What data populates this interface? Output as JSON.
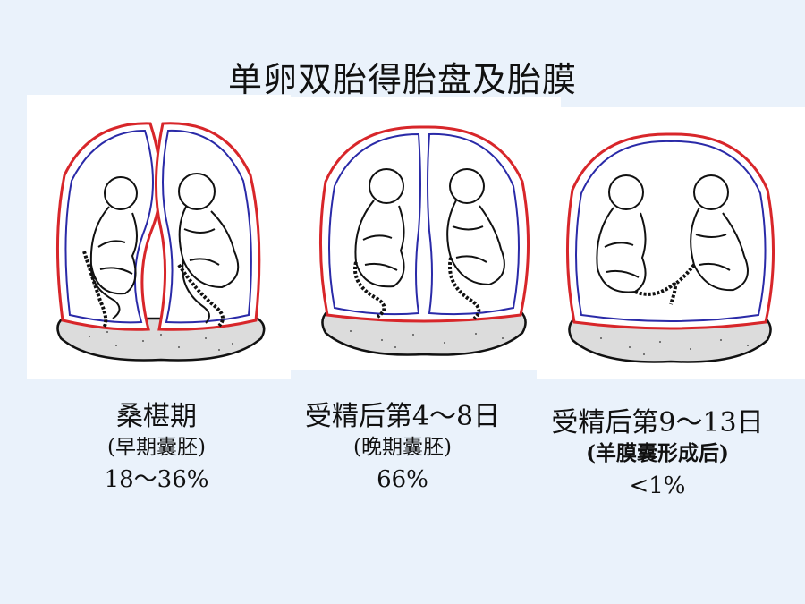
{
  "title": "单卵双胎得胎盘及胎膜",
  "colors": {
    "chorion": "#d8262a",
    "amnion": "#2a2aa8",
    "placenta": "#d9d9d9",
    "background": "#eaf2fb"
  },
  "panels": [
    {
      "caption": "桑椹期",
      "subcaption": "(早期囊胚)",
      "percentage": "18～36%"
    },
    {
      "caption": "受精后第4～8日",
      "subcaption": "(晚期囊胚)",
      "percentage": "66%"
    },
    {
      "caption": "受精后第9～13日",
      "subcaption": "(羊膜囊形成后)",
      "percentage": "<1%"
    }
  ]
}
